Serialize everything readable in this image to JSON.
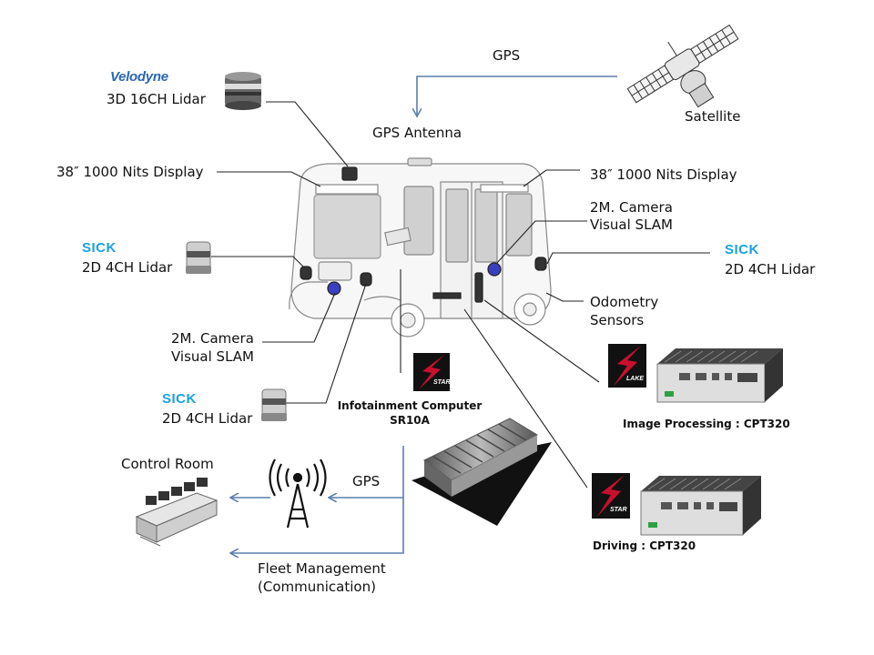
{
  "labels": {
    "gps_top": "GPS",
    "satellite": "Satellite",
    "gps_antenna": "GPS Antenna",
    "velodyne_lidar": "3D 16CH Lidar",
    "display_left": "38″ 1000 Nits Display",
    "display_right": "38″ 1000 Nits Display",
    "camera_right_1": "2M. Camera",
    "camera_right_2": "Visual SLAM",
    "sick_left_top": "2D 4CH Lidar",
    "sick_right": "2D 4CH Lidar",
    "odometry_1": "Odometry",
    "odometry_2": "Sensors",
    "camera_left_1": "2M. Camera",
    "camera_left_2": "Visual SLAM",
    "sick_left_bottom": "2D 4CH Lidar",
    "infotainment_1": "Infotainment Computer",
    "infotainment_2": "SR10A",
    "image_processing": "Image Processing : CPT320",
    "driving": "Driving : CPT320",
    "control_room": "Control Room",
    "gps_bottom": "GPS",
    "fleet_1": "Fleet Management",
    "fleet_2": "(Communication)"
  },
  "brands": {
    "velodyne": "Velodyne",
    "velodyne_puck": "Velodyne",
    "sick": "SICK",
    "starlake_1": "STAR",
    "starlake_2": "LAKE"
  },
  "colors": {
    "arrow_blue": "#5b7fae",
    "sick_blue": "#1aa2e0",
    "velodyne_blue": "#2a66b3",
    "starlake_red": "#c8102e",
    "camera_purple": "#3a3ec0"
  },
  "icons": [
    "satellite-icon",
    "lidar-puck-icon",
    "sick-lidar-icon",
    "starlake-logo-icon",
    "computer-box-icon",
    "radio-tower-icon",
    "control-room-icon",
    "shuttle-vehicle"
  ]
}
